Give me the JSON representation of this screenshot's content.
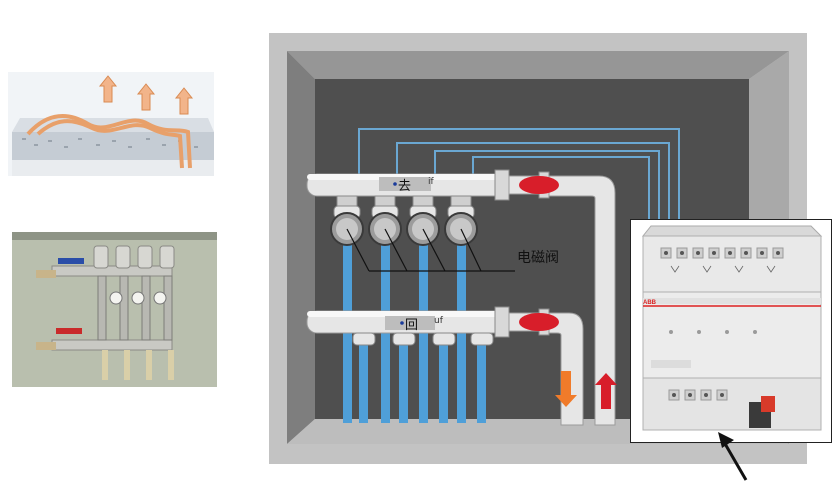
{
  "labels": {
    "supply": "去",
    "supply_suffix": "if",
    "return": "回",
    "return_suffix": "uf",
    "solenoid_valve": "电磁阀"
  },
  "colors": {
    "cabinet_outer": "#c3c3c3",
    "cabinet_inner": "#4f4f4f",
    "pipe_blue": "#4f9fd8",
    "manifold": "#e6e6e6",
    "valve_red": "#d81e2a",
    "flow_orange": "#f07b2a",
    "flow_red": "#d81e2a"
  },
  "device": {
    "brand": "ABB"
  }
}
